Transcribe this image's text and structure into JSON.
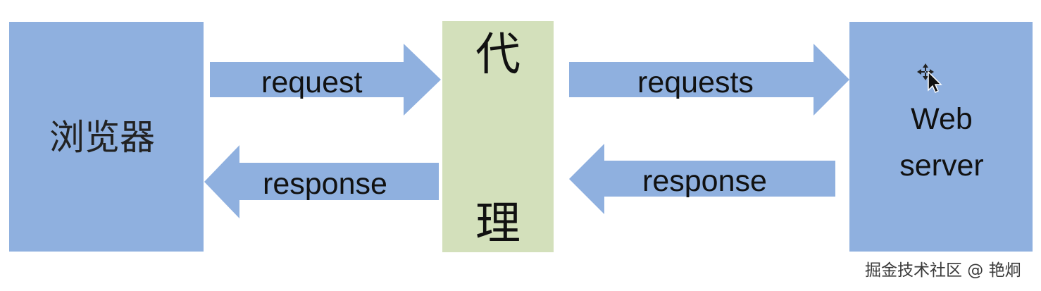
{
  "nodes": {
    "browser": "浏览器",
    "proxy_top": "代",
    "proxy_bottom": "理",
    "server_line1": "Web",
    "server_line2": "server"
  },
  "arrows": {
    "browser_to_proxy": "request",
    "proxy_to_browser": "response",
    "proxy_to_server": "requests",
    "server_to_proxy": "response"
  },
  "watermark": "掘金技术社区 @ 艳炯",
  "colors": {
    "node_blue": "#8fb0df",
    "proxy_green": "#d3e0bb",
    "arrow_blue": "#8fb0df"
  },
  "icons": {
    "cursor": "move-cursor-icon"
  }
}
